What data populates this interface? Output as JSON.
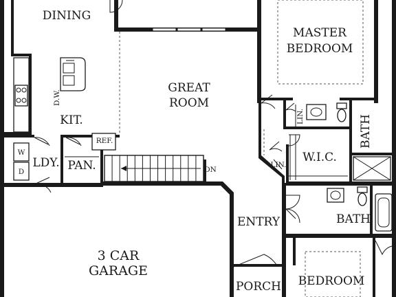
{
  "rooms": {
    "dining": "DINING",
    "great_room_line1": "GREAT",
    "great_room_line2": "ROOM",
    "master_line1": "MASTER",
    "master_line2": "BEDROOM",
    "kitchen": "KIT.",
    "dishwasher": "D.W.",
    "refrigerator": "REF.",
    "linen_upper": "LIN.",
    "linen_lower": "LIN.",
    "master_bath": "BATH",
    "walk_in_closet": "W.I.C.",
    "washer": "W",
    "dryer": "D",
    "laundry": "LDY.",
    "pantry": "PAN.",
    "stair_direction": "DN",
    "entry": "ENTRY",
    "bath_2": "BATH",
    "garage_line1": "3 CAR",
    "garage_line2": "GARAGE",
    "porch": "PORCH",
    "bedroom": "BEDROOM"
  },
  "colors": {
    "wall": "#1a1a1a",
    "background": "#ffffff"
  }
}
